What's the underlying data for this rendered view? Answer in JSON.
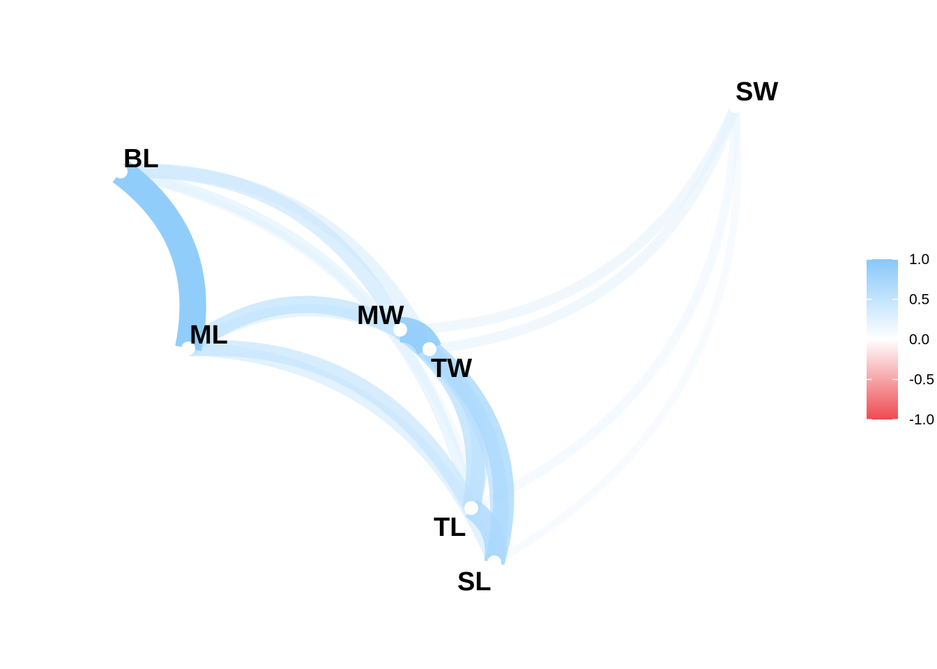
{
  "chart_data": {
    "type": "network",
    "nodes": [
      "SW",
      "BL",
      "MW",
      "ML",
      "TW",
      "TL",
      "SL"
    ],
    "edges": [
      {
        "from": "BL",
        "to": "ML",
        "value": 0.95
      },
      {
        "from": "MW",
        "to": "TW",
        "value": 0.9
      },
      {
        "from": "TW",
        "to": "SL",
        "value": 0.7
      },
      {
        "from": "TL",
        "to": "SL",
        "value": 0.7
      },
      {
        "from": "MW",
        "to": "SL",
        "value": 0.6
      },
      {
        "from": "MW",
        "to": "TL",
        "value": 0.6
      },
      {
        "from": "ML",
        "to": "MW",
        "value": 0.55
      },
      {
        "from": "ML",
        "to": "TL",
        "value": 0.5
      },
      {
        "from": "TW",
        "to": "TL",
        "value": 0.5
      },
      {
        "from": "BL",
        "to": "MW",
        "value": 0.45
      },
      {
        "from": "ML",
        "to": "SL",
        "value": 0.4
      },
      {
        "from": "BL",
        "to": "TW",
        "value": 0.35
      },
      {
        "from": "ML",
        "to": "TW",
        "value": 0.35
      },
      {
        "from": "BL",
        "to": "TL",
        "value": 0.3
      },
      {
        "from": "BL",
        "to": "SL",
        "value": 0.2
      },
      {
        "from": "SW",
        "to": "MW",
        "value": 0.25
      },
      {
        "from": "SW",
        "to": "TW",
        "value": 0.25
      },
      {
        "from": "SW",
        "to": "TL",
        "value": 0.2
      },
      {
        "from": "SW",
        "to": "SL",
        "value": 0.15
      }
    ],
    "legend": {
      "ticks": [
        "1.0",
        "0.5",
        "0.0",
        "-0.5",
        "-1.0"
      ],
      "range": [
        -1,
        1
      ],
      "placement": "right"
    },
    "colors": {
      "positive": "#87c8fb",
      "zero": "#ffffff",
      "negative": "#ee4a50"
    }
  }
}
